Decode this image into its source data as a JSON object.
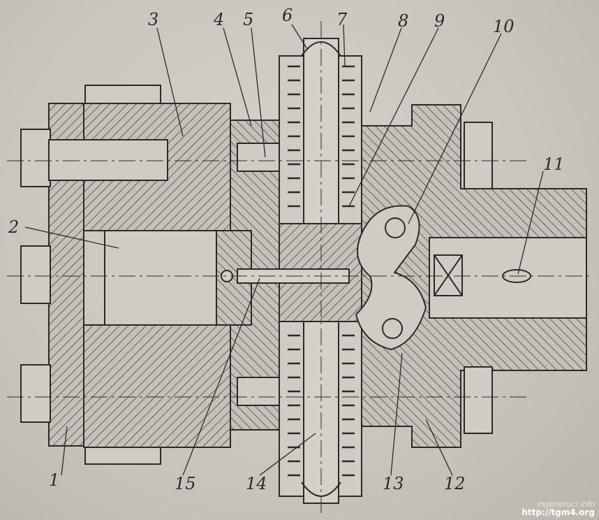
{
  "labels": [
    {
      "id": "1",
      "text": "1"
    },
    {
      "id": "2",
      "text": "2"
    },
    {
      "id": "3",
      "text": "3"
    },
    {
      "id": "4",
      "text": "4"
    },
    {
      "id": "5",
      "text": "5"
    },
    {
      "id": "6",
      "text": "6"
    },
    {
      "id": "7",
      "text": "7"
    },
    {
      "id": "8",
      "text": "8"
    },
    {
      "id": "9",
      "text": "9"
    },
    {
      "id": "10",
      "text": "10"
    },
    {
      "id": "11",
      "text": "11"
    },
    {
      "id": "12",
      "text": "12"
    },
    {
      "id": "13",
      "text": "13"
    },
    {
      "id": "14",
      "text": "14"
    },
    {
      "id": "15",
      "text": "15"
    }
  ],
  "watermark": {
    "site": "Ingenerucl.info",
    "url": "http://tgm4.org"
  },
  "colors": {
    "background": "#c9c6bd",
    "ink": "#2b2a28",
    "hatch": "#3a3835"
  }
}
